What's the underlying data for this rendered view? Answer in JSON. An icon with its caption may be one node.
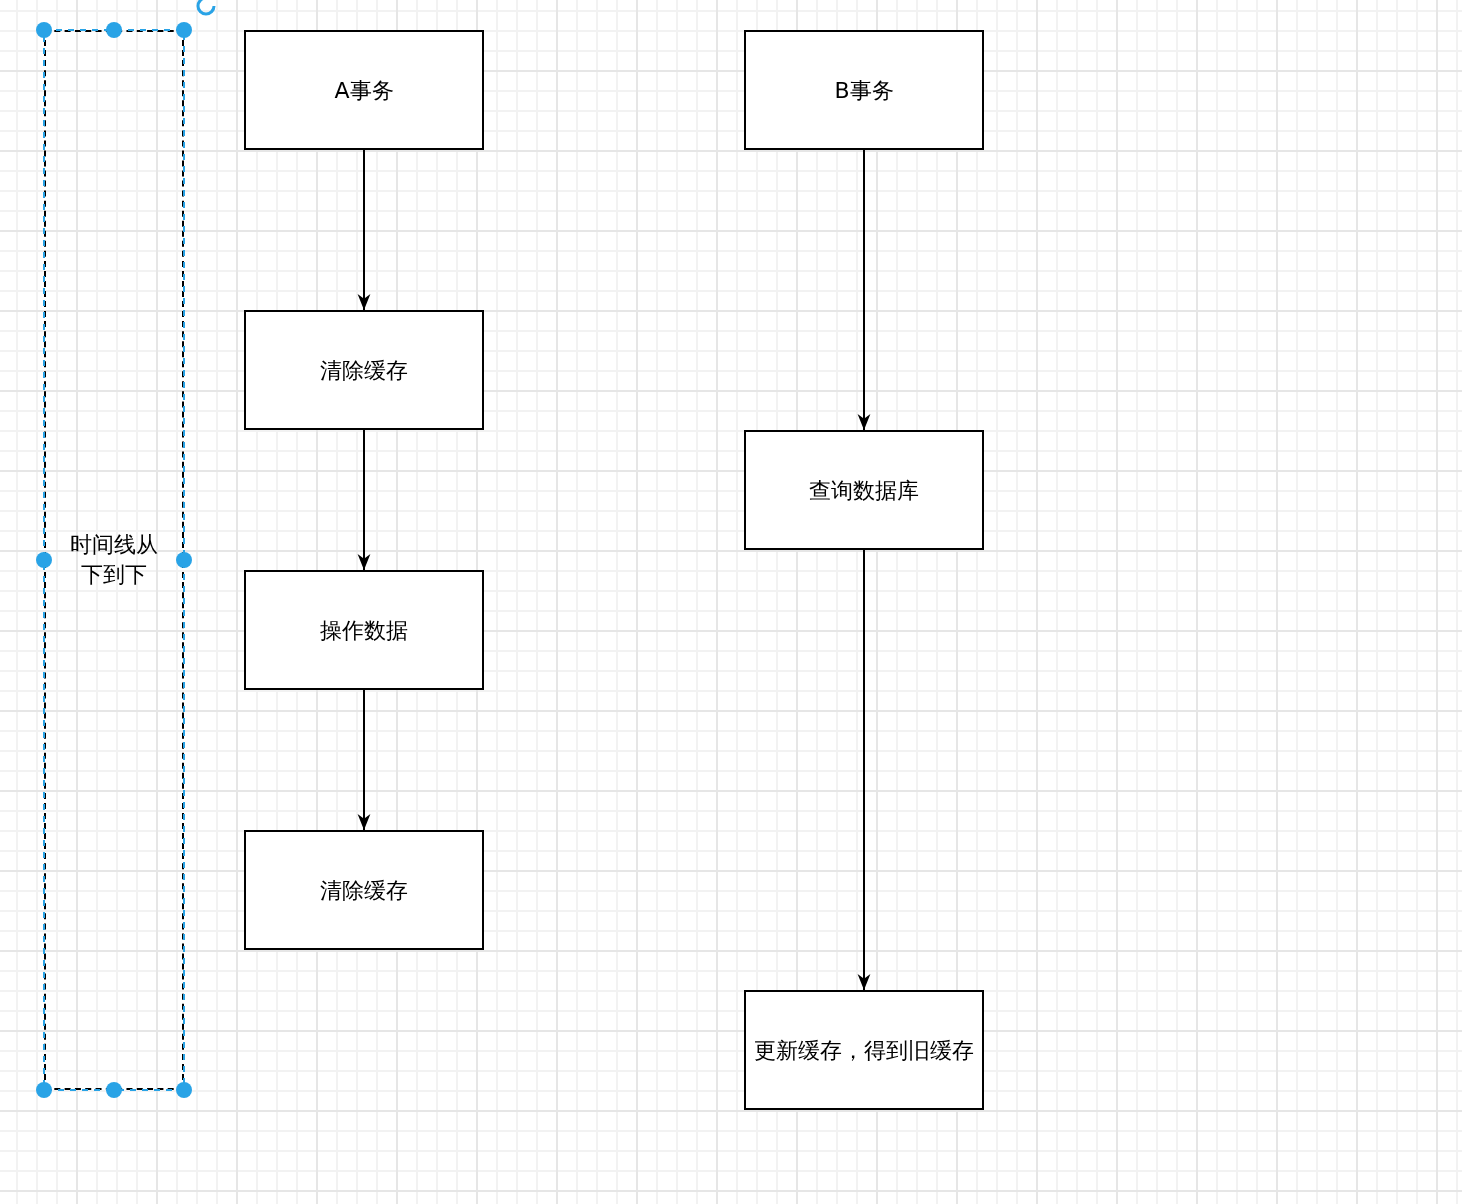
{
  "diagram": {
    "nodes": [
      {
        "text": [
          "时间线从下到下"
        ]
      },
      {
        "text": [
          "A事务"
        ]
      },
      {
        "text": [
          "清除缓存"
        ]
      },
      {
        "text": [
          "操作数据"
        ]
      },
      {
        "text": [
          "清除缓存"
        ]
      },
      {
        "text": [
          "B事务"
        ]
      },
      {
        "text": [
          "查询数据库"
        ]
      },
      {
        "text": [
          "更新缓存，得到旧缓存"
        ]
      }
    ],
    "edges": [
      {
        "from": 1,
        "to": 2,
        "arrow": "to"
      },
      {
        "from": 2,
        "to": 3,
        "arrow": "to"
      },
      {
        "from": 3,
        "to": 4,
        "arrow": "to"
      },
      {
        "from": 5,
        "to": 6,
        "arrow": "to"
      },
      {
        "from": 6,
        "to": 7,
        "arrow": "to"
      }
    ]
  }
}
